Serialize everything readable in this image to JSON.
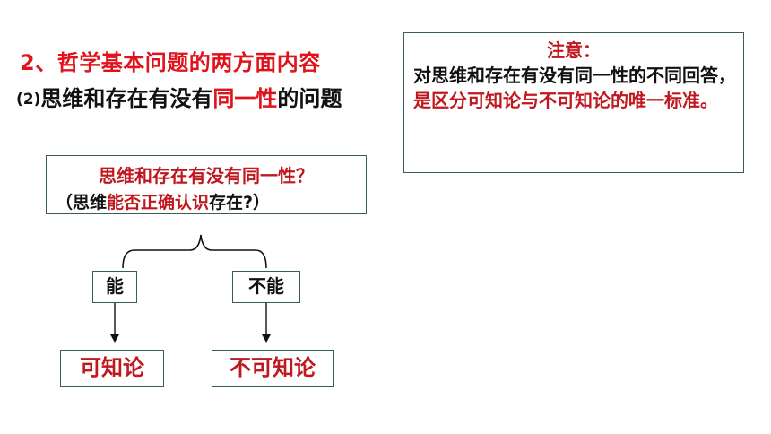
{
  "heading": "2、哲学基本问题的两方面内容",
  "subheading": {
    "num": "(2)",
    "pre": "思维和存在有没有",
    "highlight": "同一性",
    "post": "的问题"
  },
  "question_box": {
    "line1": "思维和存在有没有同一性？",
    "line2_pre": "（思维",
    "line2_highlight": "能否正确认识",
    "line2_post": "存在?）"
  },
  "branches": {
    "left_label": "能",
    "right_label": "不能",
    "left_result": "可知论",
    "right_result": "不可知论"
  },
  "note": {
    "title": "注意：",
    "text_pre": "对思维和存在有没有同一性的不同回答，",
    "text_highlight": "是区分可知论与不可知论的唯一标准。"
  },
  "colors": {
    "red": "#e0121b",
    "dark_red": "#c0181f",
    "border": "#3b5d57"
  }
}
